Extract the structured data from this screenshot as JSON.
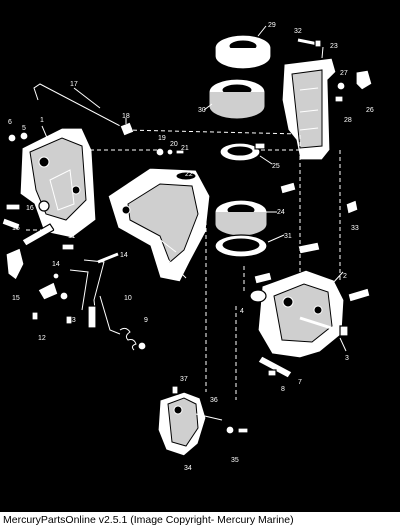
{
  "footer_text": "MercuryPartsOnline v2.5.1 (Image Copyright- Mercury Marine)",
  "callouts": [
    "1",
    "2",
    "3",
    "4",
    "4",
    "5",
    "6",
    "7",
    "8",
    "9",
    "10",
    "11",
    "12",
    "13",
    "14",
    "14",
    "15",
    "15",
    "16",
    "17",
    "18",
    "19",
    "20",
    "21",
    "22",
    "23",
    "24",
    "25",
    "26",
    "27",
    "28",
    "29",
    "30",
    "31",
    "32",
    "33",
    "34",
    "35",
    "36",
    "37"
  ]
}
